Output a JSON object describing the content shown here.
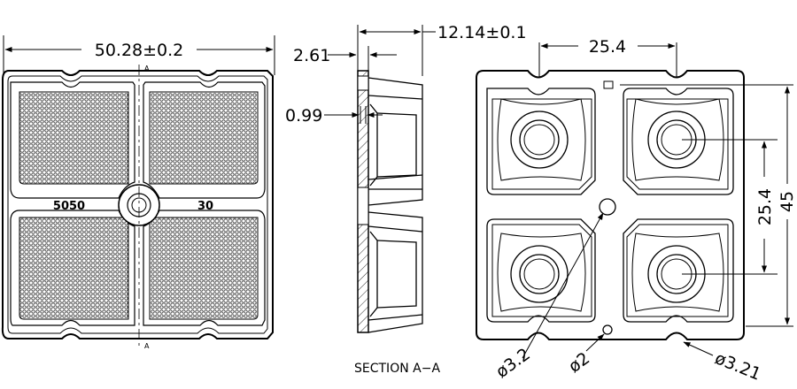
{
  "dimensions": {
    "overall_width": "50.28±0.2",
    "overall_depth": "12.14±0.1",
    "wall_thickness": "2.61",
    "base_thickness": "0.99",
    "pitch_horizontal": "25.4",
    "pitch_vertical": "25.4",
    "overall_height": "45",
    "hole_large": "ø3.2",
    "hole_small": "ø2",
    "hole_edge": "ø3.21"
  },
  "front_view": {
    "left_marking": "5050",
    "right_marking": "30",
    "section_marker": "A"
  },
  "section_label": "SECTION A−A"
}
